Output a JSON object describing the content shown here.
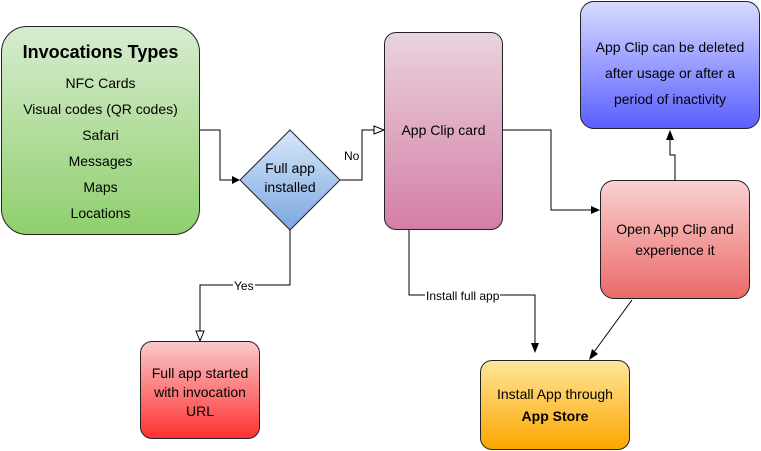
{
  "nodes": {
    "invocations": {
      "title": "Invocations Types",
      "items": [
        "NFC Cards",
        "Visual codes (QR codes)",
        "Safari",
        "Messages",
        "Maps",
        "Locations"
      ]
    },
    "full_app_decision": {
      "line1": "Full app",
      "line2": "installed"
    },
    "appclip_card": {
      "label": "App Clip card"
    },
    "delete": {
      "line1": "App Clip can be deleted",
      "line2": "after usage or after a",
      "line3": "period of inactivity"
    },
    "open": {
      "line1": "Open App Clip and",
      "line2": "experience it"
    },
    "started": {
      "line1": "Full app started",
      "line2": "with invocation",
      "line3": "URL"
    },
    "install": {
      "line1": "Install App through",
      "line2": "App Store"
    }
  },
  "edges": {
    "no_label": "No",
    "yes_label": "Yes",
    "install_full_label": "Install full app"
  },
  "colors": {
    "invocations": "#8fcf6c",
    "decision": "#7ba7e0",
    "appclip_card": "#d47ea6",
    "delete": "#5a5fff",
    "open": "#ea6a69",
    "started": "#ff3131",
    "install": "#fca600"
  }
}
